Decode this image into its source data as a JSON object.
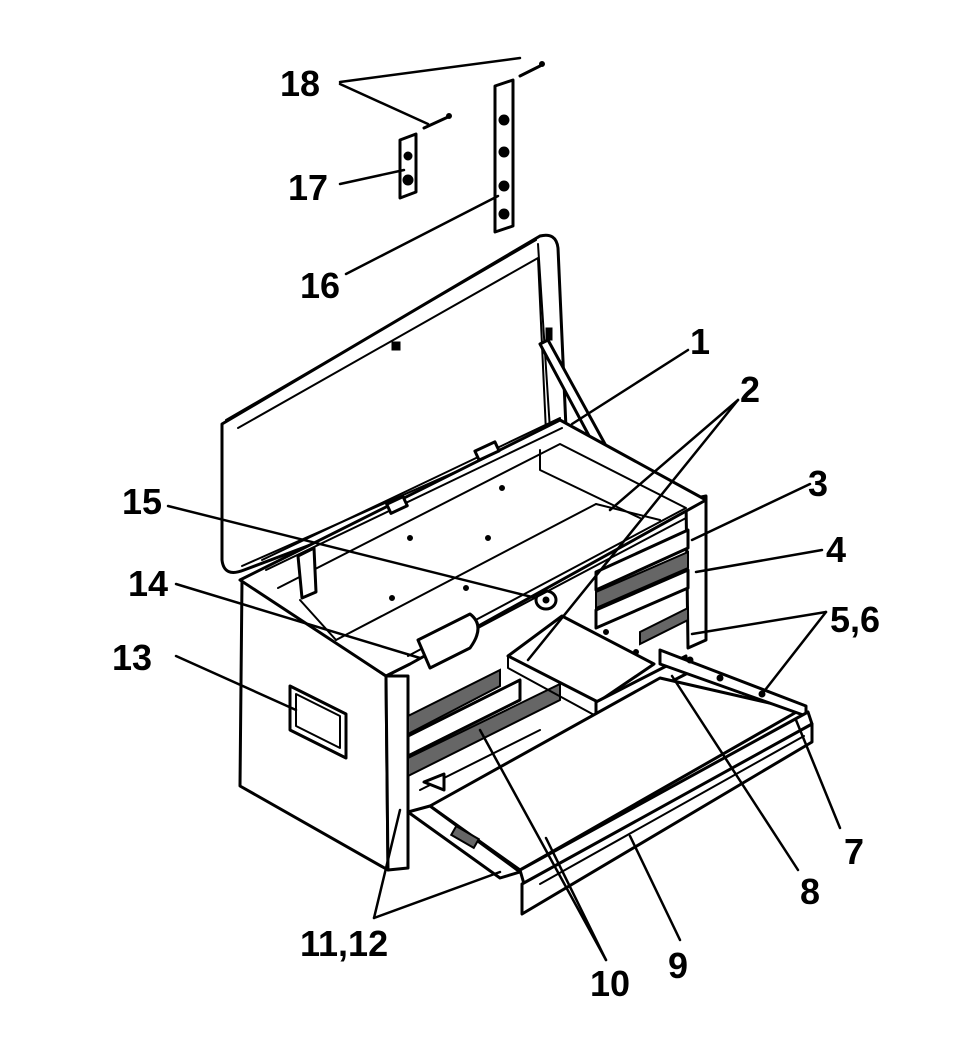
{
  "diagram": {
    "subject": "tool chest exploded parts view",
    "callouts": [
      {
        "id": "c18",
        "label": "18"
      },
      {
        "id": "c17",
        "label": "17"
      },
      {
        "id": "c16",
        "label": "16"
      },
      {
        "id": "c1",
        "label": "1"
      },
      {
        "id": "c2",
        "label": "2"
      },
      {
        "id": "c15",
        "label": "15"
      },
      {
        "id": "c3",
        "label": "3"
      },
      {
        "id": "c4",
        "label": "4"
      },
      {
        "id": "c14",
        "label": "14"
      },
      {
        "id": "c56",
        "label": "5,6"
      },
      {
        "id": "c13",
        "label": "13"
      },
      {
        "id": "c7",
        "label": "7"
      },
      {
        "id": "c8",
        "label": "8"
      },
      {
        "id": "c1112",
        "label": "11,12"
      },
      {
        "id": "c9",
        "label": "9"
      },
      {
        "id": "c10",
        "label": "10"
      }
    ],
    "colors": {
      "ink": "#000000",
      "paper": "#ffffff"
    }
  }
}
